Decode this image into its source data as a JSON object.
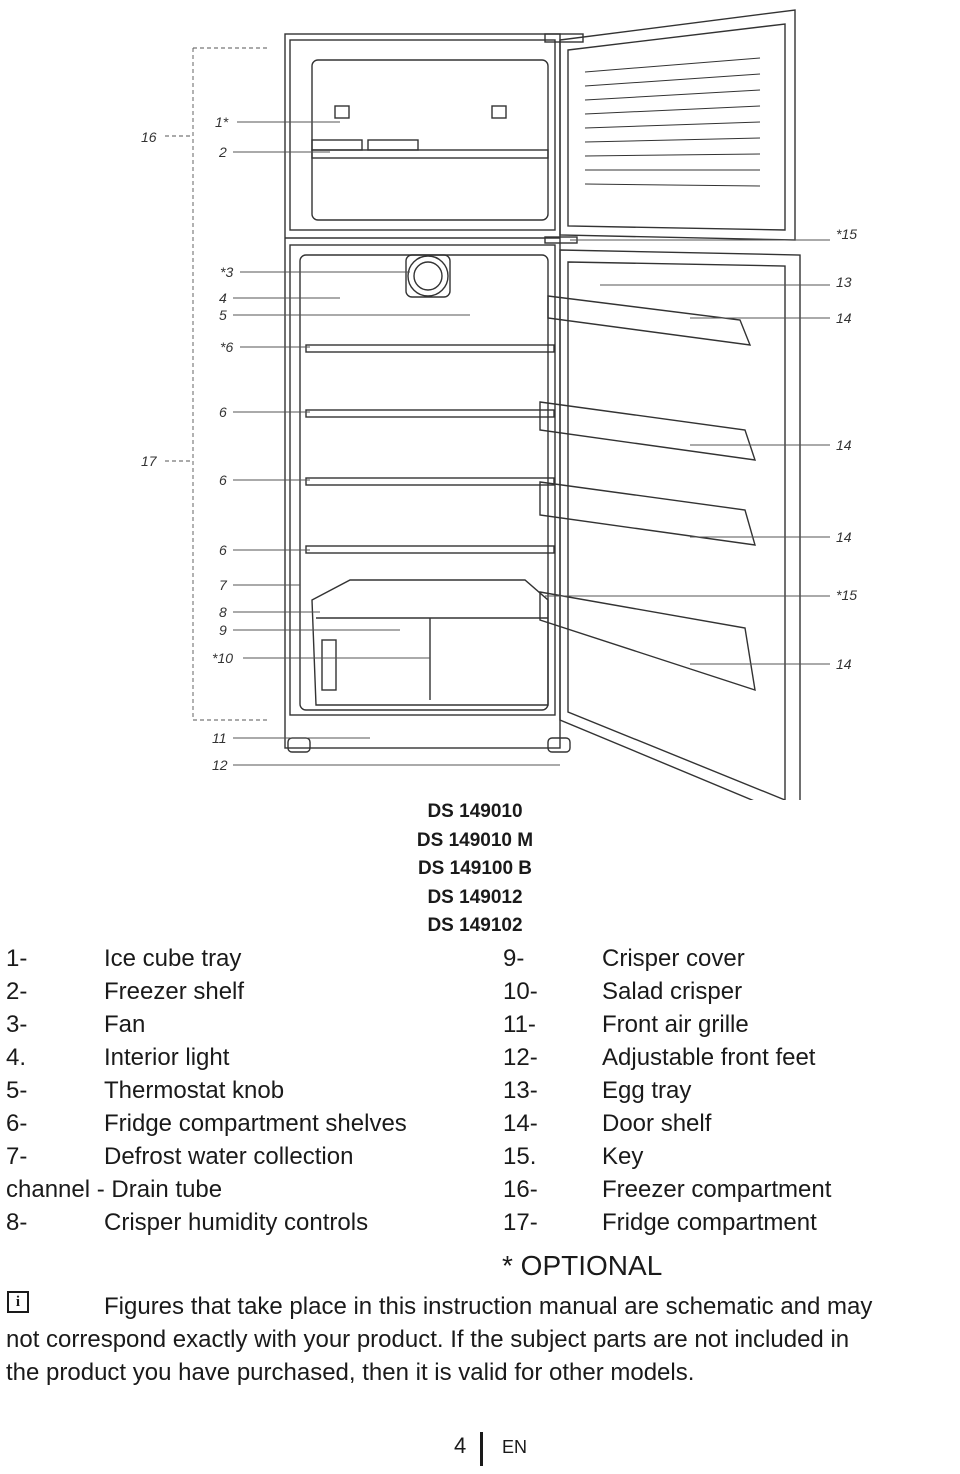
{
  "callouts": {
    "c16": "16",
    "c1": "1*",
    "c2": "2",
    "c3": "*3",
    "c4": "4",
    "c5": "5",
    "c6a": "*6",
    "c6b": "6",
    "c17": "17",
    "c6c": "6",
    "c6d": "6",
    "c7": "7",
    "c8": "8",
    "c9": "9",
    "c10": "*10",
    "c11": "11",
    "c12": "12",
    "c15a": "*15",
    "c13": "13",
    "c14a": "14",
    "c14b": "14",
    "c14c": "14",
    "c15b": "*15",
    "c14d": "14"
  },
  "models": [
    "DS 149010",
    "DS 149010 M",
    "DS 149100 B",
    "DS 149012",
    "DS 149102"
  ],
  "parts": [
    {
      "n1": "1-",
      "l1": "Ice cube tray",
      "n2": "9-",
      "l2": "Crisper cover"
    },
    {
      "n1": "2-",
      "l1": "Freezer shelf",
      "n2": "10-",
      "l2": "Salad crisper"
    },
    {
      "n1": "3-",
      "l1": "Fan",
      "n2": "11-",
      "l2": "Front air grille"
    },
    {
      "n1": "4.",
      "l1": "Interior light",
      "n2": "12-",
      "l2": "Adjustable front feet"
    },
    {
      "n1": "5-",
      "l1": "Thermostat knob",
      "n2": "13-",
      "l2": " Egg tray"
    },
    {
      "n1": "6-",
      "l1": "Fridge compartment shelves",
      "n2": "14-",
      "l2": "Door shelf"
    },
    {
      "n1": "7-",
      "l1": "Defrost water collection",
      "n2": "15.",
      "l2": "Key"
    },
    {
      "n1": "channel - Drain tube",
      "l1": "",
      "n2": "16-",
      "l2": "Freezer compartment"
    },
    {
      "n1": "8-",
      "l1": "Crisper humidity controls",
      "n2": "17-",
      "l2": "Fridge compartment"
    }
  ],
  "optional": "* OPTIONAL",
  "note": {
    "icon": "info-icon",
    "line1": "Figures that take place in this instruction manual are schematic and may",
    "line2": "not correspond exactly with your product. If the subject parts are not included in",
    "line3": "the product you have purchased, then it is valid for other models."
  },
  "footer": {
    "page": "4",
    "lang": "EN"
  }
}
